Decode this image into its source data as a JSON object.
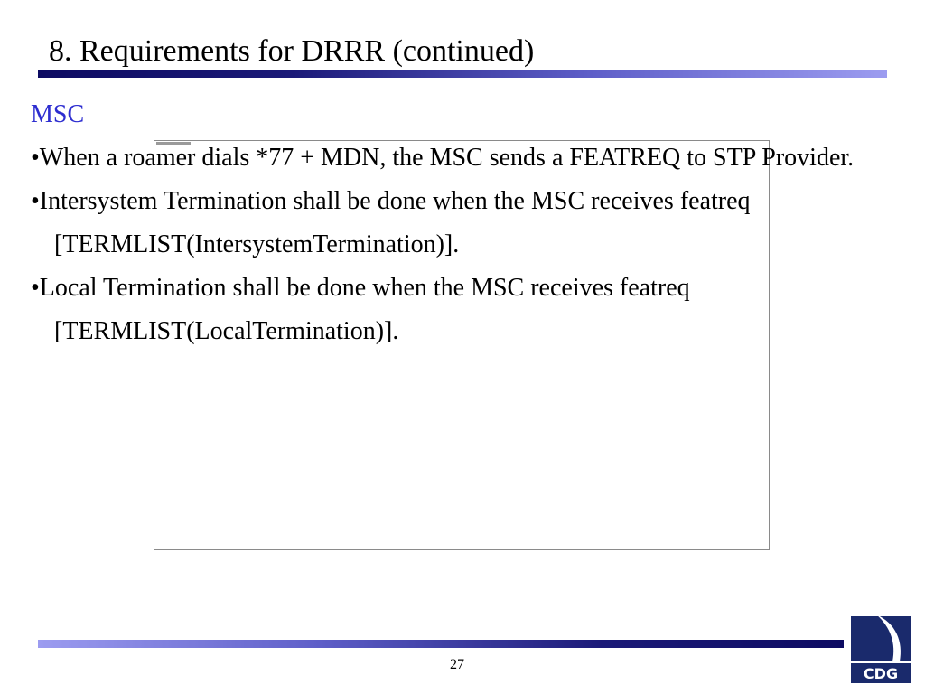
{
  "slide": {
    "title": "8. Requirements for DRRR (continued)",
    "page_number": "27"
  },
  "content": {
    "heading": "MSC",
    "items": [
      "•When a roamer dials *77 + MDN, the MSC sends a FEATREQ to STP Provider.",
      "•Intersystem Termination shall be done when the MSC receives featreq",
      "[TERMLIST(IntersystemTermination)].",
      "•Local Termination shall be done when the MSC receives featreq",
      "[TERMLIST(LocalTermination)]."
    ]
  },
  "logo": {
    "text": "CDG",
    "colors": {
      "navy": "#1a2a6c",
      "white": "#ffffff"
    }
  },
  "colors": {
    "heading": "#2d2dd0",
    "rule_dark": "#0d0b62",
    "rule_light": "#9c9cf0"
  }
}
